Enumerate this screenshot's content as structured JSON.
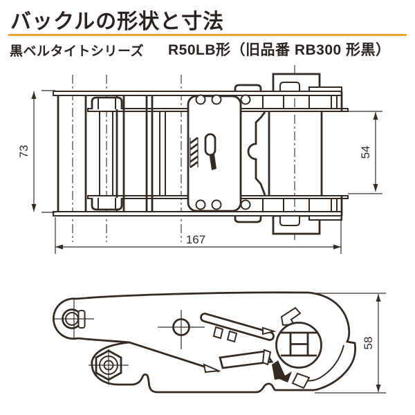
{
  "header": {
    "title": "バックルの形状と寸法",
    "series_label": "黒ベルタイトシリーズ",
    "model_label": "R50LB形（旧品番 RB300 形黒）",
    "accent_color": "#F0A132",
    "ink_color": "#352A22"
  },
  "drawings": {
    "top_view": {
      "description": "ラチェットバックル上面図",
      "dims": {
        "height_left": "73",
        "height_right": "54",
        "width_bottom": "167"
      }
    },
    "side_view": {
      "description": "ラチェットバックル側面図",
      "dims": {
        "height_right": "58"
      }
    }
  }
}
